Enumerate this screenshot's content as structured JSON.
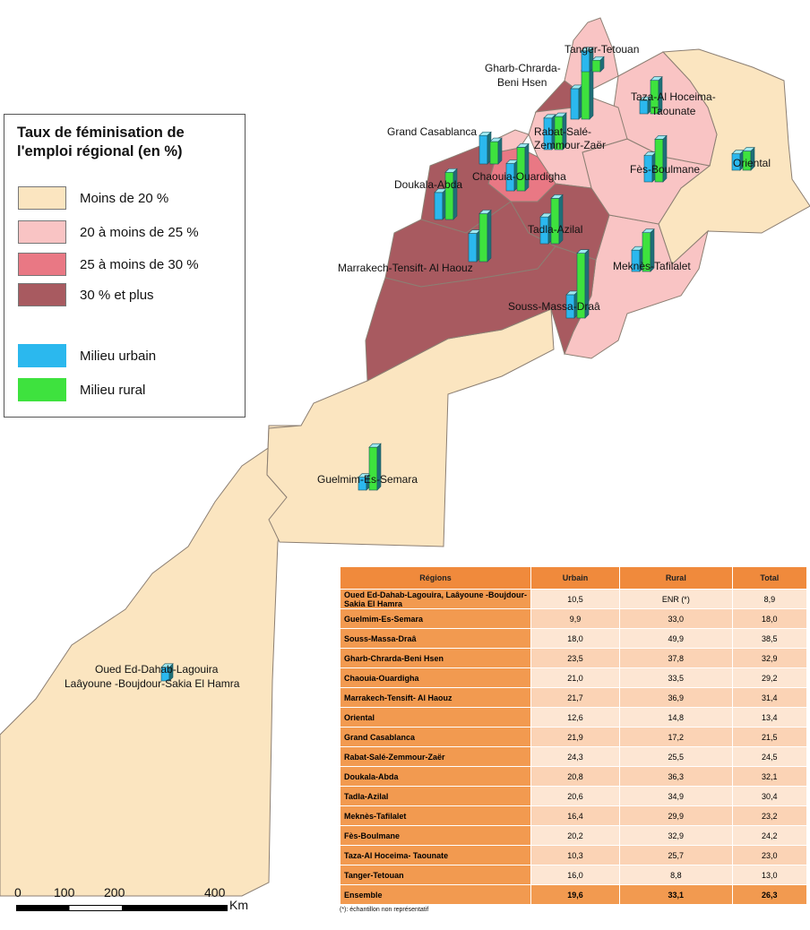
{
  "legend": {
    "title_line1": "Taux de féminisation de",
    "title_line2": "l'emploi  régional (en %)",
    "classes": [
      {
        "label": "Moins de 20 %",
        "color": "#fbe5c0"
      },
      {
        "label": "20 à moins de 25 %",
        "color": "#f9c4c4"
      },
      {
        "label": "25 à moins de 30 %",
        "color": "#e97884"
      },
      {
        "label": "30 % et plus",
        "color": "#a85a60"
      }
    ],
    "milieu": [
      {
        "label": "Milieu urbain",
        "color": "#2bb8ee"
      },
      {
        "label": "Milieu rural",
        "color": "#3ee23e"
      }
    ]
  },
  "regions": {
    "oued": {
      "line1": "Oued Ed-Dahab-Lagouira",
      "line2": "Laâyoune -Boujdour-Sakia El Hamra"
    },
    "guelmim": "Guelmim-Es-Semara",
    "souss": "Souss-Massa-Draâ",
    "marrakech": "Marrakech-Tensift- Al Haouz",
    "tadla": "Tadla-Azilal",
    "doukala": "Doukala-Abda",
    "chaouia": "Chaouia-Ouardigha",
    "casablanca": "Grand Casablanca",
    "rabat": {
      "line1": "Rabat-Salé-",
      "line2": "Zemmour-Zaër"
    },
    "gharb": {
      "line1": "Gharb-Chrarda-",
      "line2": "Beni Hsen"
    },
    "tanger": "Tanger-Tetouan",
    "taza": {
      "line1": "Taza-Al Hoceima-",
      "line2": "Taounate"
    },
    "fes": "Fès-Boulmane",
    "meknes": "Meknès-Tafilalet",
    "oriental": "Oriental"
  },
  "scale": {
    "ticks": [
      "0",
      "100",
      "200",
      "400"
    ],
    "unit": "Km"
  },
  "table": {
    "headers": [
      "Régions",
      "Urbain",
      "Rural",
      "Total"
    ],
    "rows": [
      {
        "region": "Oued Ed-Dahab-Lagouira, Laâyoune -Boujdour-Sakia El Hamra",
        "urbain": "10,5",
        "rural": "ENR (*)",
        "total": "8,9"
      },
      {
        "region": "Guelmim-Es-Semara",
        "urbain": "9,9",
        "rural": "33,0",
        "total": "18,0"
      },
      {
        "region": "Souss-Massa-Draâ",
        "urbain": "18,0",
        "rural": "49,9",
        "total": "38,5"
      },
      {
        "region": "Gharb-Chrarda-Beni Hsen",
        "urbain": "23,5",
        "rural": "37,8",
        "total": "32,9"
      },
      {
        "region": "Chaouia-Ouardigha",
        "urbain": "21,0",
        "rural": "33,5",
        "total": "29,2"
      },
      {
        "region": "Marrakech-Tensift- Al Haouz",
        "urbain": "21,7",
        "rural": "36,9",
        "total": "31,4"
      },
      {
        "region": "Oriental",
        "urbain": "12,6",
        "rural": "14,8",
        "total": "13,4"
      },
      {
        "region": "Grand Casablanca",
        "urbain": "21,9",
        "rural": "17,2",
        "total": "21,5"
      },
      {
        "region": "Rabat-Salé-Zemmour-Zaër",
        "urbain": "24,3",
        "rural": "25,5",
        "total": "24,5"
      },
      {
        "region": "Doukala-Abda",
        "urbain": "20,8",
        "rural": "36,3",
        "total": "32,1"
      },
      {
        "region": "Tadla-Azilal",
        "urbain": "20,6",
        "rural": "34,9",
        "total": "30,4"
      },
      {
        "region": "Meknès-Tafilalet",
        "urbain": "16,4",
        "rural": "29,9",
        "total": "23,2"
      },
      {
        "region": "Fès-Boulmane",
        "urbain": "20,2",
        "rural": "32,9",
        "total": "24,2"
      },
      {
        "region": "Taza-Al Hoceima- Taounate",
        "urbain": "10,3",
        "rural": "25,7",
        "total": "23,0"
      },
      {
        "region": "Tanger-Tetouan",
        "urbain": "16,0",
        "rural": "8,8",
        "total": "13,0"
      }
    ],
    "total_row": {
      "region": "Ensemble",
      "urbain": "19,6",
      "rural": "33,1",
      "total": "26,3"
    },
    "footnote": "(*): échantillon non représentatif"
  }
}
